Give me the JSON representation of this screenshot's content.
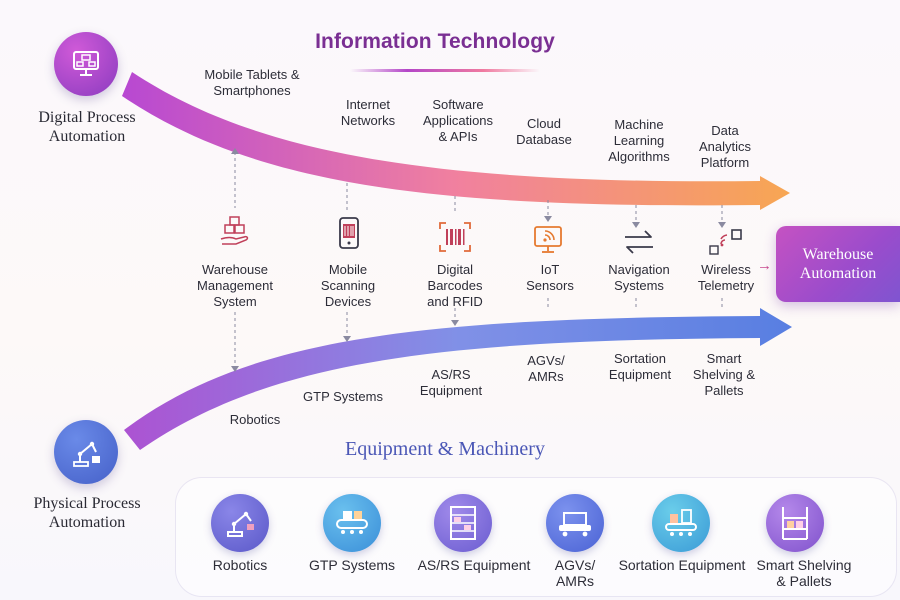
{
  "top_title": "Information Technology",
  "mid_title": "Equipment & Machinery",
  "digital": {
    "label_line1": "Digital Process",
    "label_line2": "Automation",
    "icon": "network-icon"
  },
  "physical": {
    "label_line1": "Physical Process",
    "label_line2": "Automation",
    "icon": "robot-arm-icon"
  },
  "warehouse": {
    "line1": "Warehouse",
    "line2": "Automation"
  },
  "it_items": [
    {
      "line1": "Mobile Tablets &",
      "line2": "Smartphones"
    },
    {
      "line1": "Internet",
      "line2": "Networks"
    },
    {
      "line1": "Software",
      "line2": "Applications",
      "line3": "& APIs"
    },
    {
      "line1": "Cloud",
      "line2": "Database"
    },
    {
      "line1": "Machine",
      "line2": "Learning",
      "line3": "Algorithms"
    },
    {
      "line1": "Data",
      "line2": "Analytics",
      "line3": "Platform"
    }
  ],
  "center_items": [
    {
      "line1": "Warehouse",
      "line2": "Management",
      "line3": "System",
      "icon": "boxes-hand-icon"
    },
    {
      "line1": "Mobile",
      "line2": "Scanning",
      "line3": "Devices",
      "icon": "scanner-device-icon"
    },
    {
      "line1": "Digital",
      "line2": "Barcodes",
      "line3": "and RFID",
      "icon": "barcode-icon"
    },
    {
      "line1": "IoT",
      "line2": "Sensors",
      "icon": "iot-sensor-icon"
    },
    {
      "line1": "Navigation",
      "line2": "Systems",
      "icon": "navigation-arrows-icon"
    },
    {
      "line1": "Wireless",
      "line2": "Telemetry",
      "icon": "wireless-icon"
    }
  ],
  "em_items": [
    {
      "line1": "Robotics"
    },
    {
      "line1": "GTP Systems"
    },
    {
      "line1": "AS/RS",
      "line2": "Equipment"
    },
    {
      "line1": "AGVs/",
      "line2": "AMRs"
    },
    {
      "line1": "Sortation",
      "line2": "Equipment"
    },
    {
      "line1": "Smart",
      "line2": "Shelving &",
      "line3": "Pallets"
    }
  ],
  "bottom_items": [
    {
      "line1": "Robotics",
      "icon": "robot-arm-icon"
    },
    {
      "line1": "GTP Systems",
      "icon": "conveyor-icon"
    },
    {
      "line1": "AS/RS Equipment",
      "icon": "storage-rack-icon"
    },
    {
      "line1": "AGVs/",
      "line2": "AMRs",
      "icon": "agv-icon"
    },
    {
      "line1": "Sortation Equipment",
      "icon": "sortation-icon"
    },
    {
      "line1": "Smart Shelving",
      "line2": "& Pallets",
      "icon": "shelving-icon"
    }
  ],
  "colors": {
    "it_arrow_start": "#b43fd0",
    "it_arrow_mid": "#f07a9a",
    "it_arrow_end": "#f7a24a",
    "em_arrow_start": "#a84ad0",
    "em_arrow_mid": "#7a8be6",
    "em_arrow_end": "#4f78e0",
    "warehouse_box": "#9a4ccc"
  }
}
